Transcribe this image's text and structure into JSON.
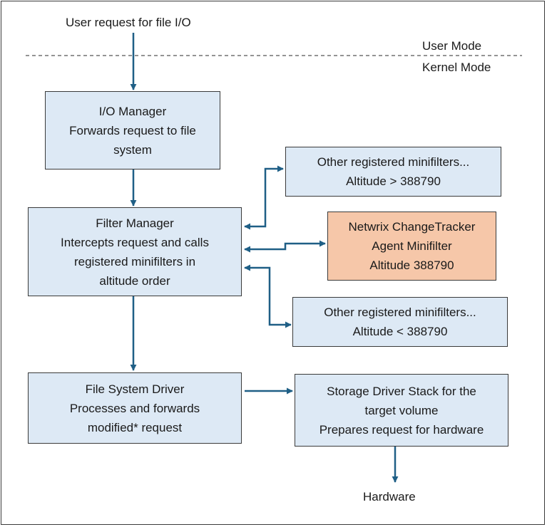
{
  "top_label": "User request for file I/O",
  "modes": {
    "user": "User Mode",
    "kernel": "Kernel Mode"
  },
  "boxes": {
    "io_manager": {
      "line1": "I/O Manager",
      "line2": "Forwards request to file",
      "line3": "system"
    },
    "filter_manager": {
      "line1": "Filter Manager",
      "line2": "Intercepts request and calls",
      "line3": "registered minifilters in",
      "line4": "altitude order"
    },
    "minifilter_above": {
      "line1": "Other registered minifilters...",
      "line2": "Altitude > 388790"
    },
    "netwrix": {
      "line1": "Netwrix ChangeTracker",
      "line2": "Agent Minifilter",
      "line3": "Altitude 388790"
    },
    "minifilter_below": {
      "line1": "Other registered minifilters...",
      "line2": "Altitude < 388790"
    },
    "fs_driver": {
      "line1": "File System Driver",
      "line2": "Processes and forwards",
      "line3": "modified* request"
    },
    "storage": {
      "line1": "Storage Driver Stack for the",
      "line2": "target volume",
      "line3": "Prepares request for hardware"
    }
  },
  "bottom_label": "Hardware",
  "colors": {
    "box_fill": "#dde9f5",
    "accent_fill": "#f6c7a9",
    "arrow": "#1f5f86",
    "border": "#3a3a3a"
  }
}
